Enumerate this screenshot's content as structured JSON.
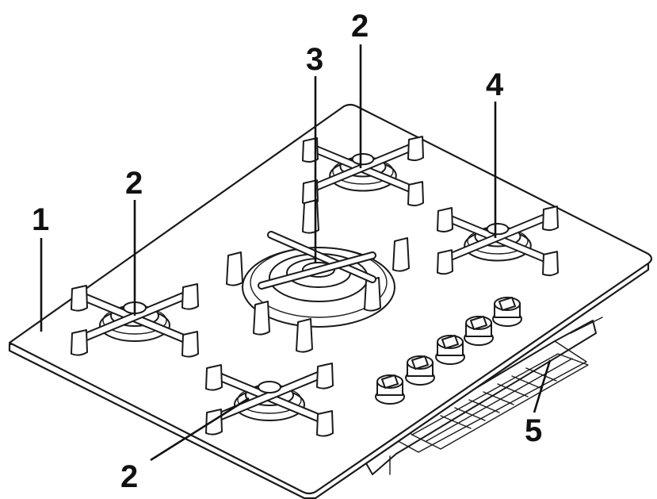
{
  "callouts": {
    "glass_top": "1",
    "burner_rear": "2",
    "burner_left": "2",
    "burner_front": "2",
    "burner_wok": "3",
    "burner_right": "4",
    "control_box": "5"
  },
  "knob_count": 5,
  "colors": {
    "line": "#1a1a1a",
    "background": "#ffffff"
  }
}
